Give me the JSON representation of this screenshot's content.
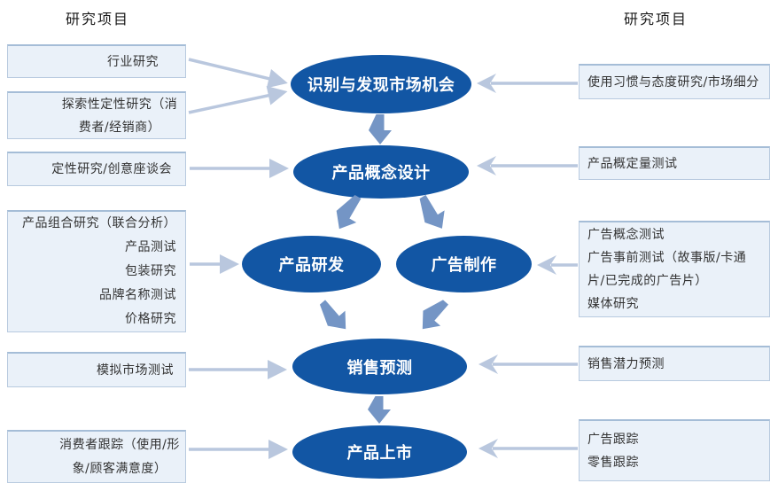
{
  "colors": {
    "ellipse_fill": "#1256a4",
    "ellipse_text": "#ffffff",
    "box_fill": "#eaf1f9",
    "box_border": "#b8cadf",
    "box_border_top": "#a5bdd7",
    "arrow_light": "#b9c7de",
    "arrow_dark": "#7495c5",
    "text": "#333333"
  },
  "headers": {
    "left": "研究项目",
    "right": "研究项目"
  },
  "stages": [
    {
      "id": "opportunity",
      "label": "识别与发现市场机会"
    },
    {
      "id": "concept-design",
      "label": "产品概念设计"
    },
    {
      "id": "product-rnd",
      "label": "产品研发"
    },
    {
      "id": "ad-production",
      "label": "广告制作"
    },
    {
      "id": "sales-forecast",
      "label": "销售预测"
    },
    {
      "id": "product-launch",
      "label": "产品上市"
    }
  ],
  "left_boxes": [
    {
      "text": "行业研究"
    },
    {
      "text": "探索性定性研究（消\n费者/经销商）"
    },
    {
      "text": "定性研究/创意座谈会"
    },
    {
      "text": "产品组合研究（联合分析）\n产品测试\n包装研究\n品牌名称测试\n价格研究"
    },
    {
      "text": "模拟市场测试"
    },
    {
      "text": "消费者跟踪（使用/形\n象/顾客满意度）"
    }
  ],
  "right_boxes": [
    {
      "text": "使用习惯与态度研究/市场细分"
    },
    {
      "text": "产品概定量测试"
    },
    {
      "text": "广告概念测试\n广告事前测试（故事版/卡通\n片/已完成的广告片）\n媒体研究"
    },
    {
      "text": "销售潜力预测"
    },
    {
      "text": "广告跟踪\n零售跟踪"
    }
  ]
}
